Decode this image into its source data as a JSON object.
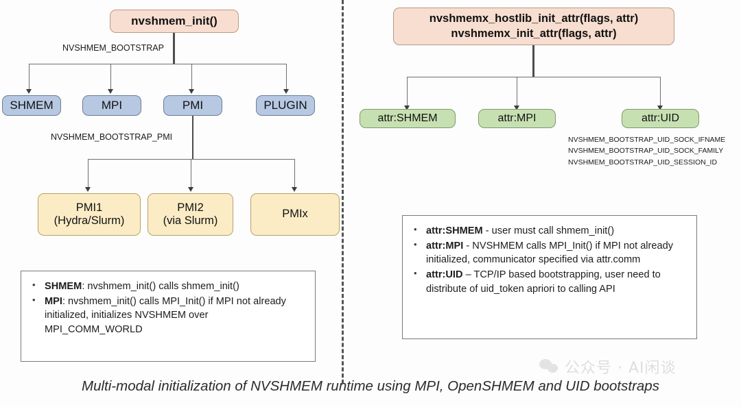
{
  "diagram": {
    "caption": "Multi-modal initialization of NVSHMEM runtime using MPI, OpenSHMEM and UID bootstraps",
    "left": {
      "root": "nvshmem_init()",
      "edge_label_bootstrap": "NVSHMEM_BOOTSTRAP",
      "edge_label_bootstrap_pmi": "NVSHMEM_BOOTSTRAP_PMI",
      "bootstraps": [
        {
          "label": "SHMEM"
        },
        {
          "label": "MPI"
        },
        {
          "label": "PMI"
        },
        {
          "label": "PLUGIN"
        }
      ],
      "pmi_variants": [
        {
          "label": "PMI1\n(Hydra/Slurm)"
        },
        {
          "label": "PMI2\n(via Slurm)"
        },
        {
          "label": "PMIx"
        }
      ],
      "notes": [
        {
          "term": "SHMEM",
          "text": ": nvshmem_init() calls shmem_init()"
        },
        {
          "term": "MPI",
          "text": ": nvshmem_init() calls MPI_Init() if MPI not already initialized, initializes NVSHMEM over MPI_COMM_WORLD"
        }
      ]
    },
    "right": {
      "root_line1": "nvshmemx_hostlib_init_attr(flags, attr)",
      "root_line2": "nvshmemx_init_attr(flags, attr)",
      "attrs": [
        {
          "label": "attr:SHMEM"
        },
        {
          "label": "attr:MPI"
        },
        {
          "label": "attr:UID"
        }
      ],
      "uid_env_vars": [
        "NVSHMEM_BOOTSTRAP_UID_SOCK_IFNAME",
        "NVSHMEM_BOOTSTRAP_UID_SOCK_FAMILY",
        "NVSHMEM_BOOTSTRAP_UID_SESSION_ID"
      ],
      "notes": [
        {
          "term": "attr:SHMEM",
          "text": " - user must call shmem_init()"
        },
        {
          "term": "attr:MPI",
          "text": " -  NVSHMEM calls MPI_Init() if MPI not already initialized, communicator specified via attr.comm"
        },
        {
          "term": "attr:UID",
          "text": " – TCP/IP based bootstrapping, user need to distribute of uid_token apriori to calling API"
        }
      ]
    },
    "watermark": {
      "text": "公众号 · AI闲谈",
      "icon": "wechat-icon"
    },
    "colors": {
      "peach": "#f8ded0",
      "blue": "#b6c8e2",
      "cream": "#fbecc6",
      "green": "#c7e0b2"
    }
  }
}
